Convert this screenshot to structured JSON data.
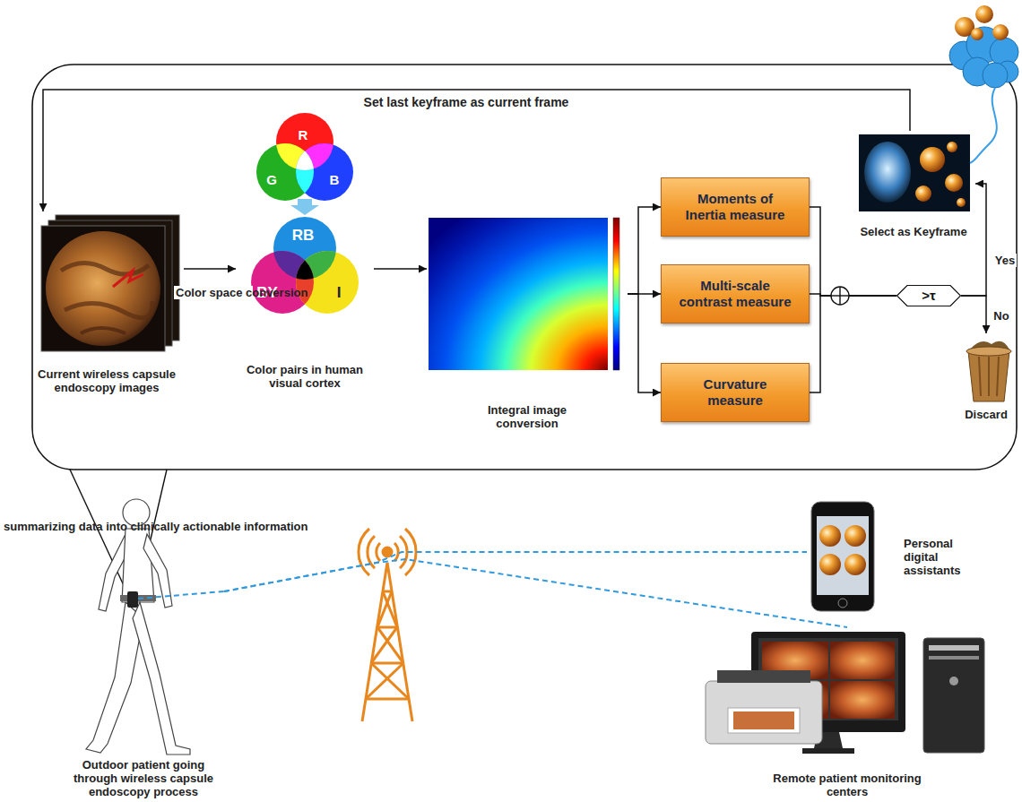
{
  "diagram": {
    "nodes": [
      {
        "text": [
          "Current wireless capsule endoscopy images"
        ]
      },
      {
        "text": [
          "R",
          "G",
          "B",
          "RB",
          "BY",
          "I",
          "Color pairs in human visual cortex"
        ]
      },
      {
        "text": [
          "Integral image conversion"
        ]
      },
      {
        "text": [
          "Moments of Inertia measure"
        ]
      },
      {
        "text": [
          "Multi-scale contrast measure"
        ]
      },
      {
        "text": [
          "Curvature measure"
        ]
      },
      {
        "text": [
          ">τ"
        ]
      },
      {
        "text": [
          "Select as Keyframe"
        ]
      },
      {
        "text": [
          "Discard"
        ]
      },
      {
        "text": [
          "Outdoor patient going through wireless capsule endoscopy process"
        ]
      },
      {
        "text": [
          "Personal digital assistants"
        ]
      },
      {
        "text": [
          "Remote patient monitoring centers"
        ]
      }
    ],
    "edges": [
      {
        "from": 0,
        "to": 1,
        "arrow": "to",
        "label": "Color space conversion"
      },
      {
        "from": 1,
        "to": 2,
        "arrow": "to"
      },
      {
        "from": 2,
        "to": 3,
        "arrow": "to"
      },
      {
        "from": 2,
        "to": 4,
        "arrow": "to"
      },
      {
        "from": 2,
        "to": 5,
        "arrow": "to"
      },
      {
        "from": 3,
        "to": 6,
        "arrow": "none"
      },
      {
        "from": 4,
        "to": 6,
        "arrow": "none"
      },
      {
        "from": 5,
        "to": 6,
        "arrow": "none"
      },
      {
        "from": 6,
        "to": 7,
        "arrow": "to",
        "label": "Yes"
      },
      {
        "from": 6,
        "to": 8,
        "arrow": "to",
        "label": "No"
      },
      {
        "from": 7,
        "to": 0,
        "arrow": "to",
        "label": "Set last keyframe as current frame"
      },
      {
        "from": 9,
        "to": 10,
        "arrow": "none"
      },
      {
        "from": 9,
        "to": 11,
        "arrow": "none"
      }
    ],
    "labels": [
      "summarizing data into clinically actionable information"
    ]
  }
}
